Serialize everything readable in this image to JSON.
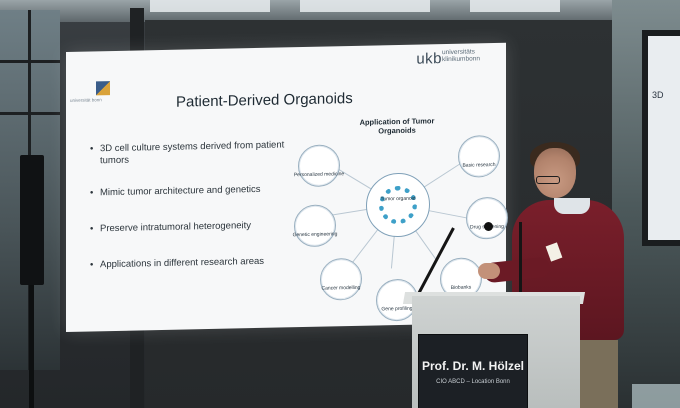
{
  "slide": {
    "title": "Patient-Derived Organoids",
    "logo_right": "ukb",
    "logo_right_sub": "universitäts\nklinikumbonn",
    "logo_left_text": "universität bonn",
    "bullets": [
      "3D cell culture systems derived from patient tumors",
      "Mimic tumor architecture and genetics",
      "Preserve intratumoral heterogeneity",
      "Applications in different research areas"
    ],
    "diagram": {
      "title": "Application of Tumor Organoids",
      "hub_label": "Tumor organoid",
      "nodes": [
        {
          "label": "Personalized medicine"
        },
        {
          "label": "Basic research"
        },
        {
          "label": "Drug screening"
        },
        {
          "label": "Biobanks"
        },
        {
          "label": "Gene profiling"
        },
        {
          "label": "Cancer modelling"
        },
        {
          "label": "Genetic engineering"
        }
      ]
    }
  },
  "nameplate": {
    "name": "Prof. Dr. M. Hölzel",
    "sub": "CIO ABCD – Location Bonn"
  },
  "monitor_right": {
    "text": "3D"
  }
}
